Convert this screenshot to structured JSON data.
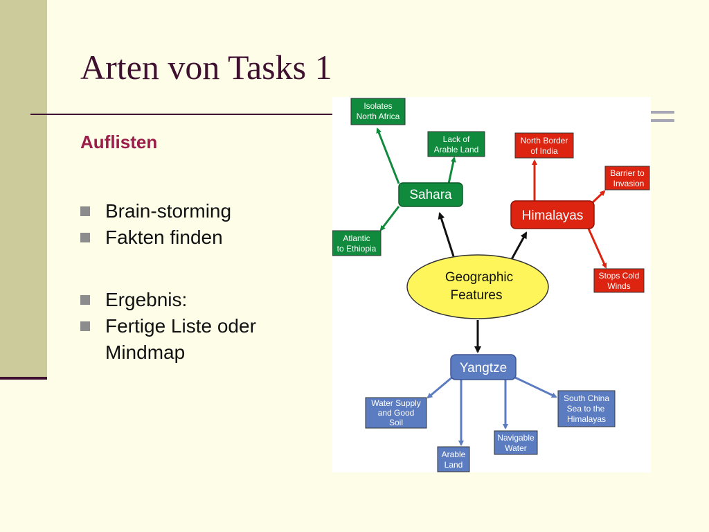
{
  "slide": {
    "title": "Arten von Tasks 1",
    "subheading": "Auflisten",
    "bullets": [
      "Brain-storming",
      "Fakten finden",
      "Ergebnis:",
      "Fertige Liste oder Mindmap"
    ]
  },
  "diagram": {
    "center": {
      "lines": [
        "Geographic",
        "Features"
      ]
    },
    "hubs": {
      "sahara": "Sahara",
      "himalayas": "Himalayas",
      "yangtze": "Yangtze"
    },
    "leaves": {
      "isolates_north_africa": [
        "Isolates",
        "North Africa"
      ],
      "lack_of_arable_land": [
        "Lack of",
        "Arable Land"
      ],
      "atlantic_to_ethiopia": [
        "Atlantic",
        "to Ethiopia"
      ],
      "north_border_of_india": [
        "North Border",
        "of India"
      ],
      "barrier_to_invasion": [
        "Barrier to",
        "Invasion"
      ],
      "stops_cold_winds": [
        "Stops Cold",
        "Winds"
      ],
      "water_supply": [
        "Water Supply",
        "and Good",
        "Soil"
      ],
      "arable_land": [
        "Arable",
        "Land"
      ],
      "navigable_water": [
        "Navigable",
        "Water"
      ],
      "south_china_sea": [
        "South China",
        "Sea to the",
        "Himalayas"
      ]
    },
    "colors": {
      "green": "#108a3c",
      "red": "#dd2410",
      "blue": "#5b7cc0",
      "center_fill": "#fdf55a",
      "arrow_black": "#111111"
    }
  }
}
